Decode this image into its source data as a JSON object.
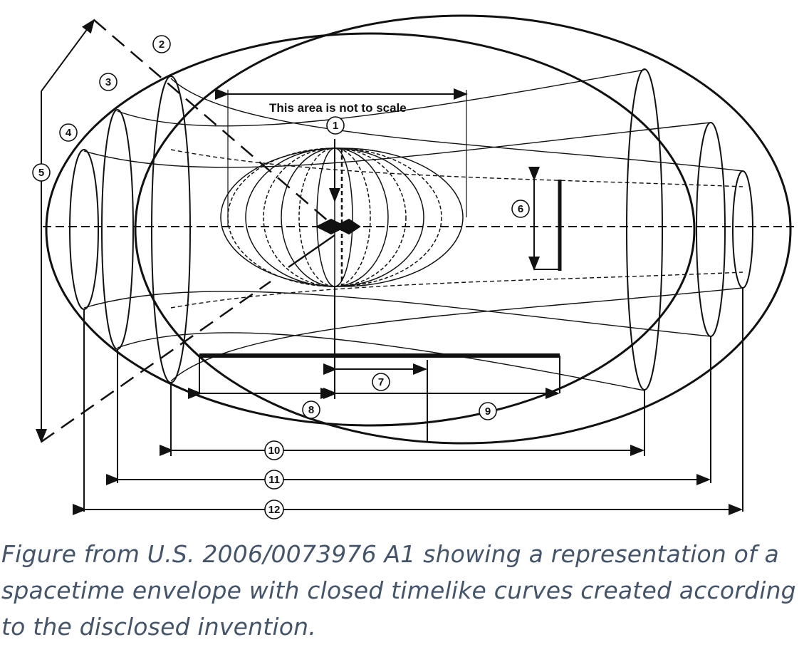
{
  "diagram": {
    "scale_note": "This area is not to scale",
    "callouts": [
      "1",
      "2",
      "3",
      "4",
      "5",
      "6",
      "7",
      "8",
      "9",
      "10",
      "11",
      "12"
    ]
  },
  "caption": {
    "lines": [
      "Figure  from U.S. 2006/0073976 A1 showing a representation of a",
      "spacetime envelope with closed timelike curves created according",
      "to the disclosed invention."
    ],
    "color": "#44546a"
  }
}
